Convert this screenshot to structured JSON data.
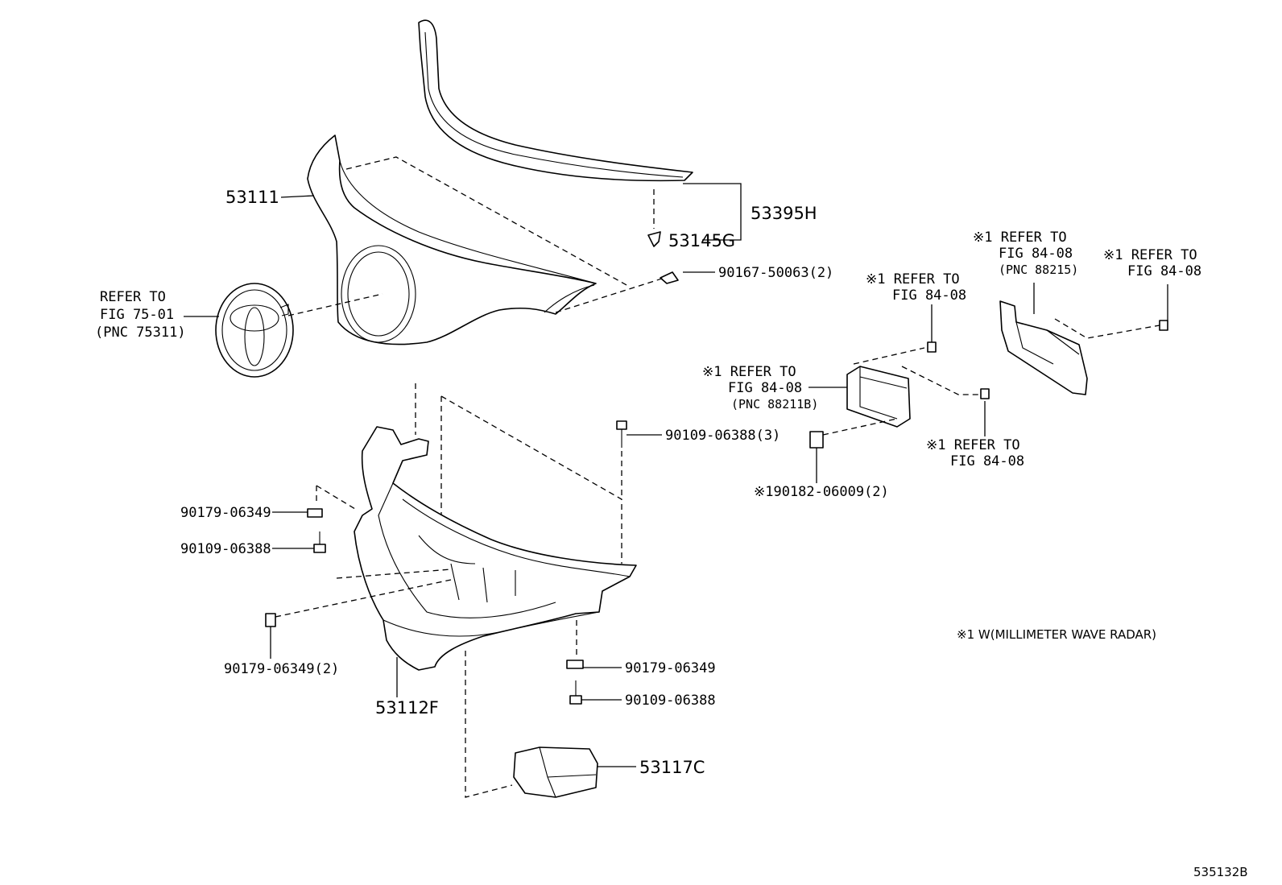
{
  "labels": {
    "hood_panel": "53111",
    "molding_assy": "53395H",
    "clip": "53145G",
    "screw_top": "90167-50063(2)",
    "emblem_ref": [
      "REFER TO",
      "FIG 75-01",
      "(PNC 75311)"
    ],
    "radar_ref_bolt": [
      "※1 REFER TO",
      "FIG 84-08"
    ],
    "radar_ref_module": [
      "※1 REFER TO",
      "FIG 84-08",
      "(PNC 88211B)"
    ],
    "radar_ref_bracket": [
      "※1 REFER TO",
      "FIG 84-08",
      "(PNC 88215)"
    ],
    "radar_ref_nut_top": [
      "※1 REFER TO",
      "FIG 84-08"
    ],
    "radar_ref_nut_lower": [
      "※1 REFER TO",
      "FIG 84-08"
    ],
    "radar_nut": "※190182-06009(2)",
    "bolt_3": "90109-06388(3)",
    "nut_left": "90179-06349",
    "bolt_left": "90109-06388",
    "nut_left_2": "90179-06349(2)",
    "support": "53112F",
    "nut_right": "90179-06349",
    "bolt_right": "90109-06388",
    "duct": "53117C"
  },
  "footnote": "※1 W(MILLIMETER WAVE RADAR)",
  "figure_code": "535132B"
}
